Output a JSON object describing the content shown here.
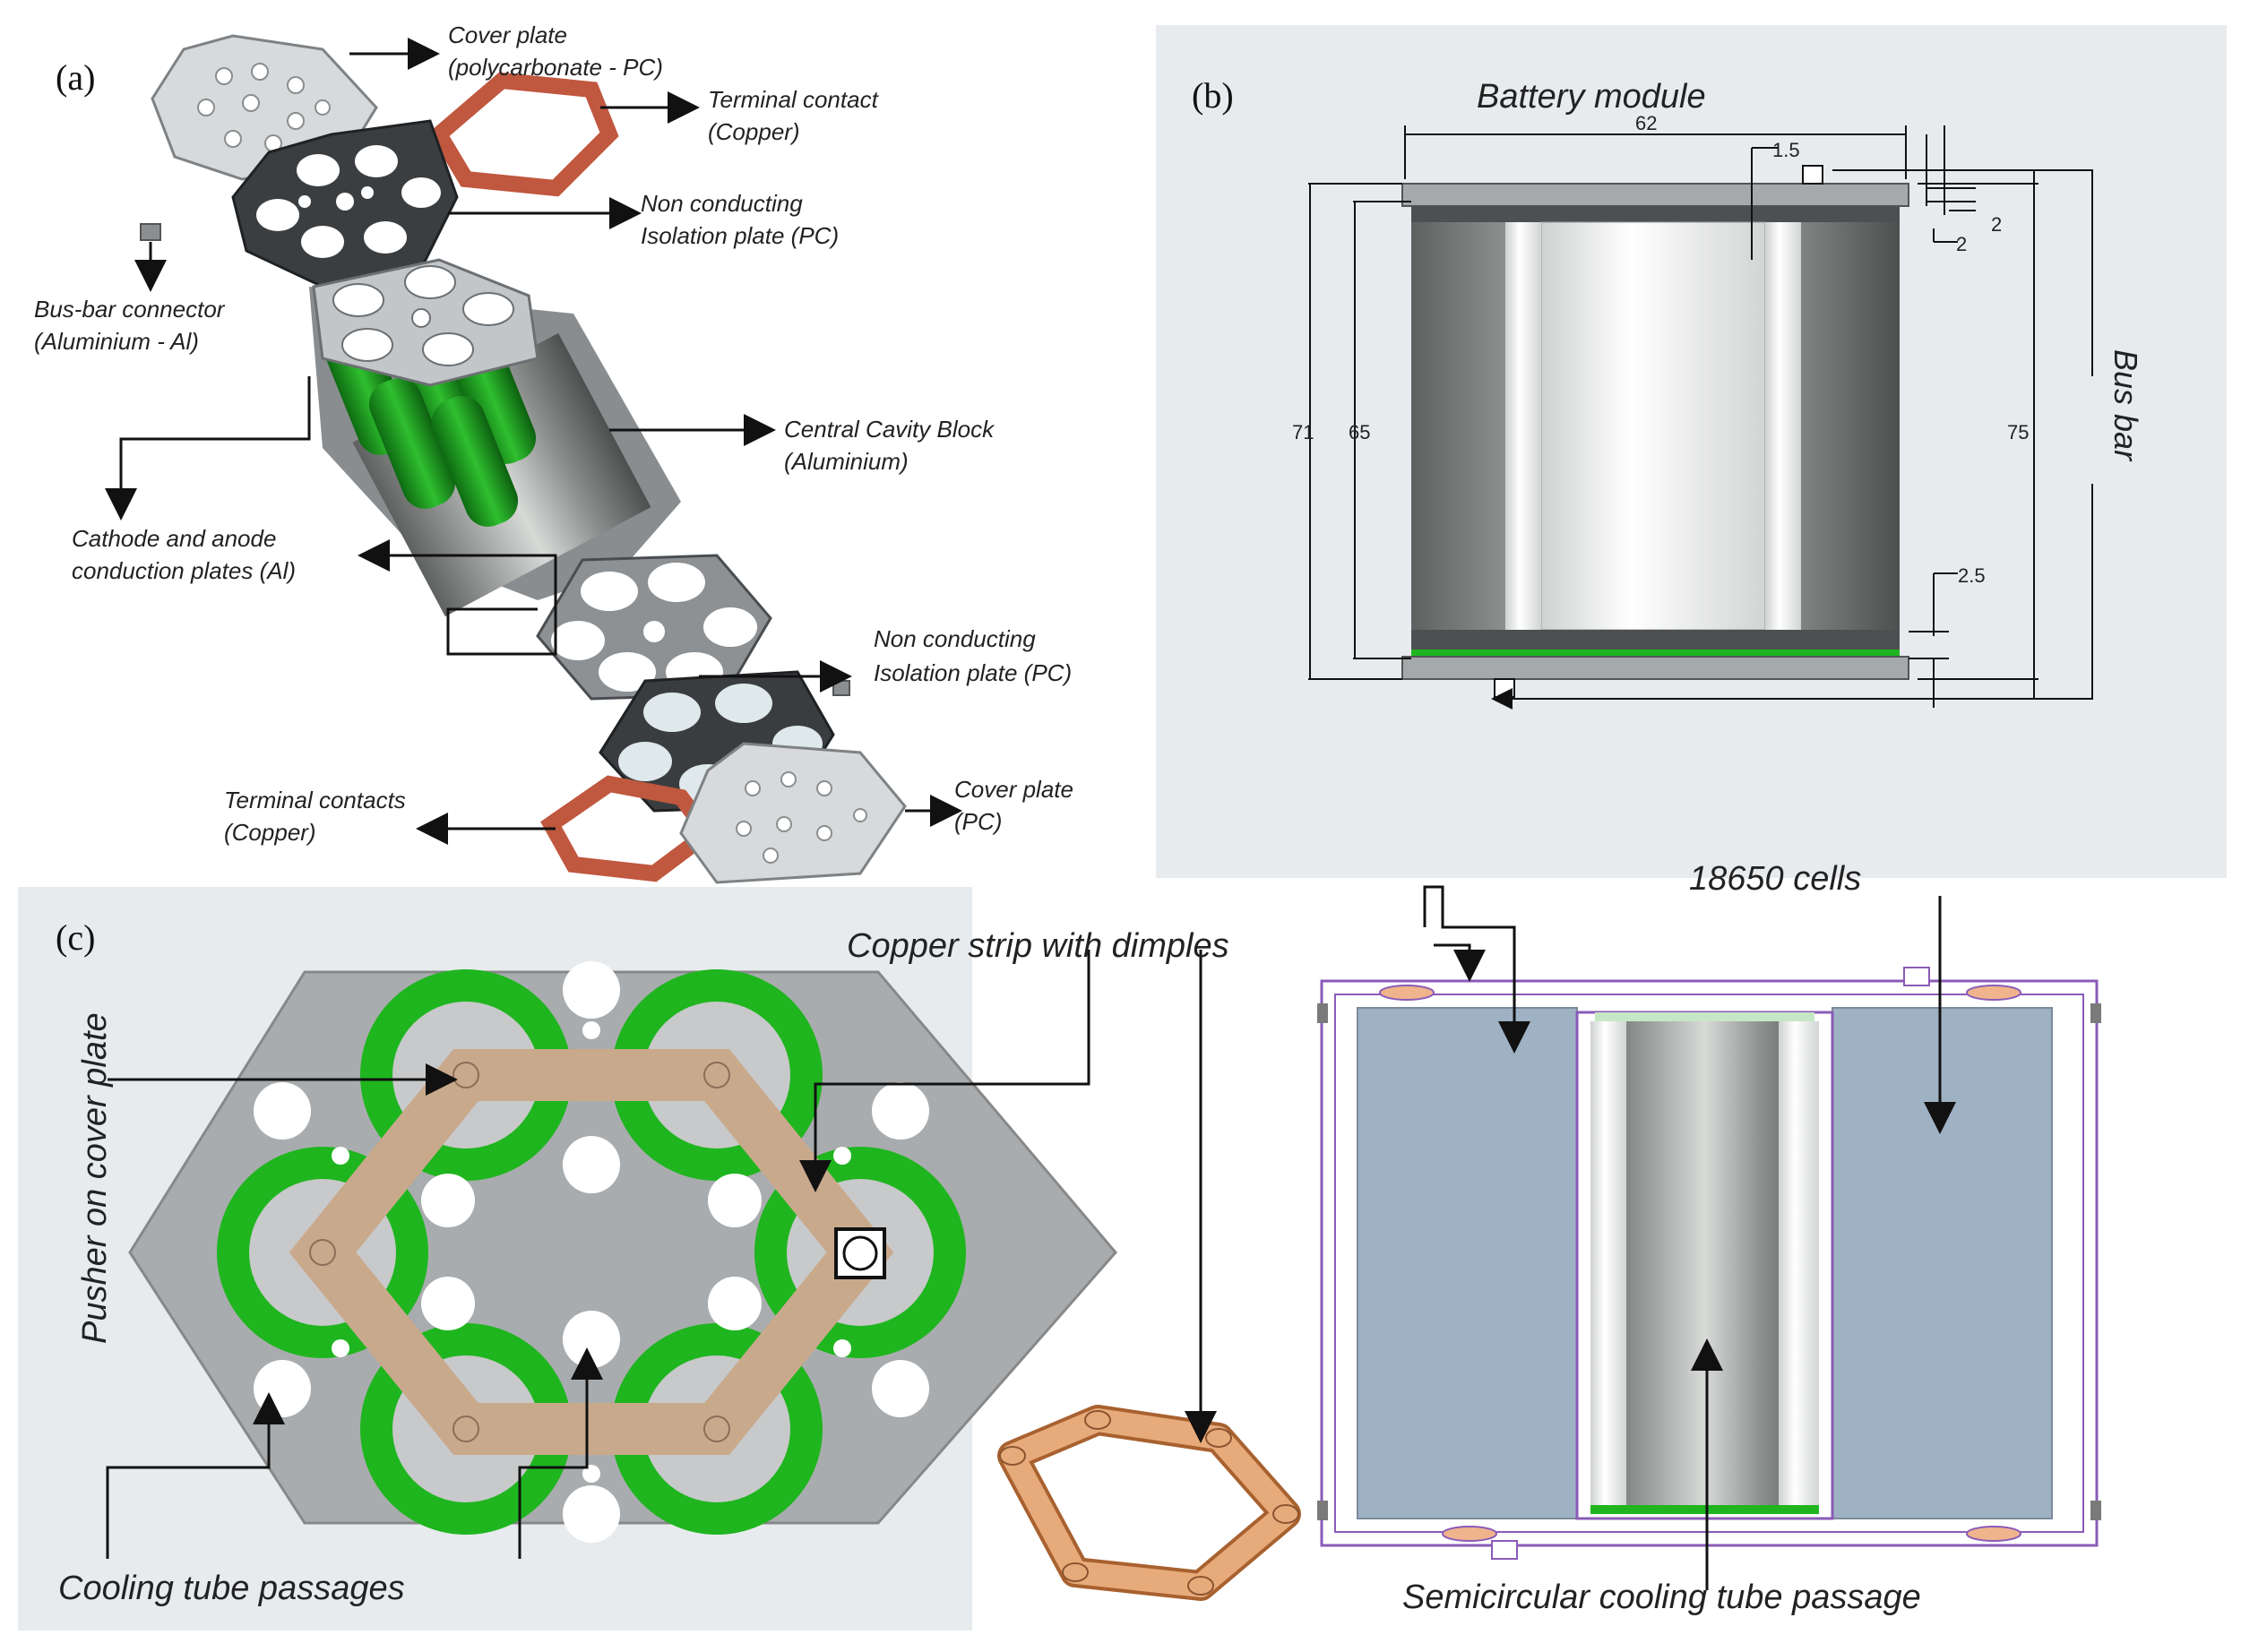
{
  "panels": {
    "a": {
      "letter": "(a)",
      "labels": {
        "cover_plate_top_1": "Cover plate",
        "cover_plate_top_2": "(polycarbonate - PC)",
        "terminal_contact_1": "Terminal contact",
        "terminal_contact_2": "(Copper)",
        "isolation_top_1": "Non conducting",
        "isolation_top_2": "Isolation plate (PC)",
        "busbar_1": "Bus-bar connector",
        "busbar_2": "(Aluminium - Al)",
        "cavity_1": "Central Cavity Block",
        "cavity_2": "(Aluminium)",
        "conduction_1": "Cathode and anode",
        "conduction_2": "conduction plates (Al)",
        "isolation_bot_1": "Non conducting",
        "isolation_bot_2": "Isolation plate (PC)",
        "terminal_contacts_1": "Terminal contacts",
        "terminal_contacts_2": "(Copper)",
        "cover_plate_bot_1": "Cover plate",
        "cover_plate_bot_2": "(PC)"
      }
    },
    "b": {
      "letter": "(b)",
      "title": "Battery module",
      "bus_bar": "Bus bar",
      "dims": {
        "width": "62",
        "top_offset": "1.5",
        "small_a": "2",
        "small_b": "2",
        "h_outer": "71",
        "h_inner": "65",
        "h_busbar": "75",
        "bottom_gap": "2.5"
      }
    },
    "c": {
      "letter": "(c)",
      "pusher": "Pusher on cover plate",
      "copper_strip": "Copper strip  with  dimples",
      "cooling_passages": "Cooling tube passages",
      "cells": "18650 cells",
      "semicircular": "Semicircular  cooling tube passage"
    }
  },
  "colors": {
    "green": "#1fb51f",
    "copper": "#c9a98c",
    "copper_ring": "#d08a57",
    "terminal_red": "#c0573f",
    "panel_bg": "#e8ebee",
    "cell_blue": "#9fb2c4",
    "purple_outline": "#8a5bb8"
  }
}
